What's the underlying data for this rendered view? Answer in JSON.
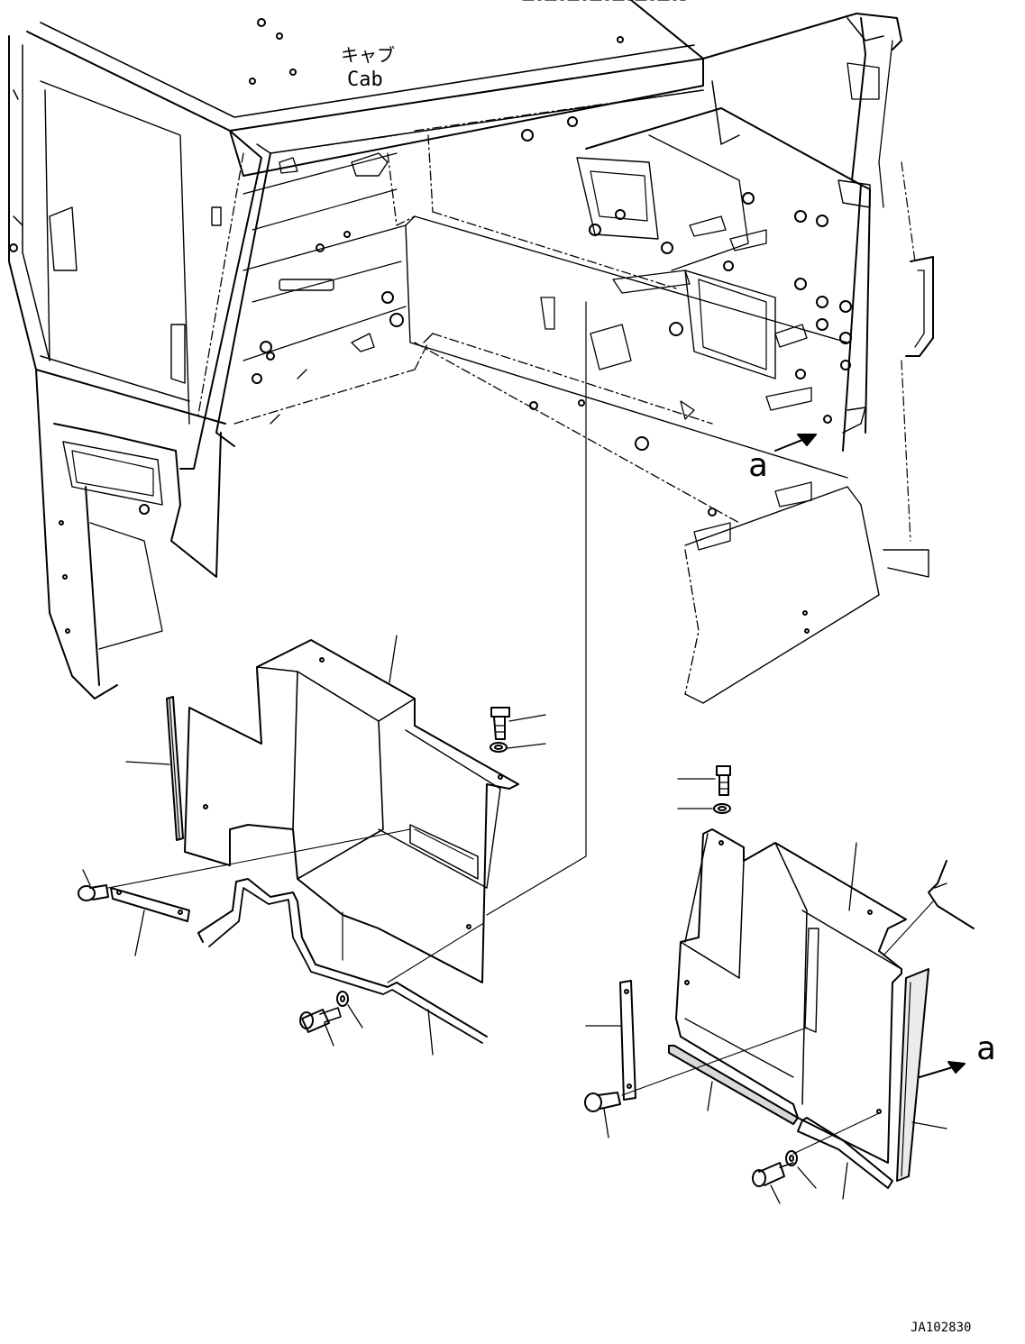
{
  "diagram": {
    "cab_label_ja": "キャブ",
    "cab_label_en": "Cab",
    "view_marker_top": "a",
    "view_marker_bottom": "a",
    "drawing_number": "JA102830"
  },
  "colors": {
    "ink": "#000000",
    "paper": "#ffffff"
  }
}
